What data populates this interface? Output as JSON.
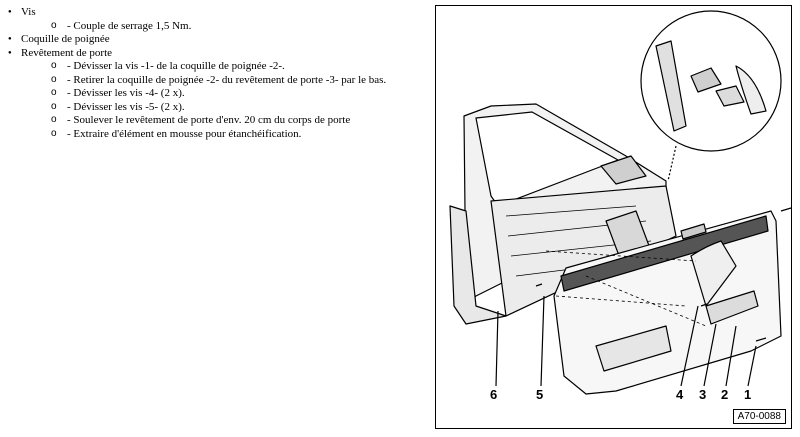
{
  "procedure": {
    "items": [
      {
        "label": "Vis",
        "subitems": [
          "- Couple de serrage 1,5 Nm."
        ]
      },
      {
        "label": "Coquille de poignée",
        "subitems": []
      },
      {
        "label": "Revêtement de porte",
        "subitems": [
          "- Dévisser la vis -1- de la coquille de poignée -2-.",
          "- Retirer la coquille de poignée -2- du revêtement de porte -3- par le bas.",
          "- Dévisser les vis -4- (2 x).",
          "- Dévisser les vis -5- (2 x).",
          "- Soulever le revêtement de porte d'env. 20 cm du corps de porte",
          "- Extraire d'élément en mousse pour étanchéification."
        ]
      }
    ]
  },
  "figure": {
    "callouts": [
      "6",
      "5",
      "4",
      "3",
      "2",
      "1"
    ],
    "reference": "A70-0088"
  }
}
